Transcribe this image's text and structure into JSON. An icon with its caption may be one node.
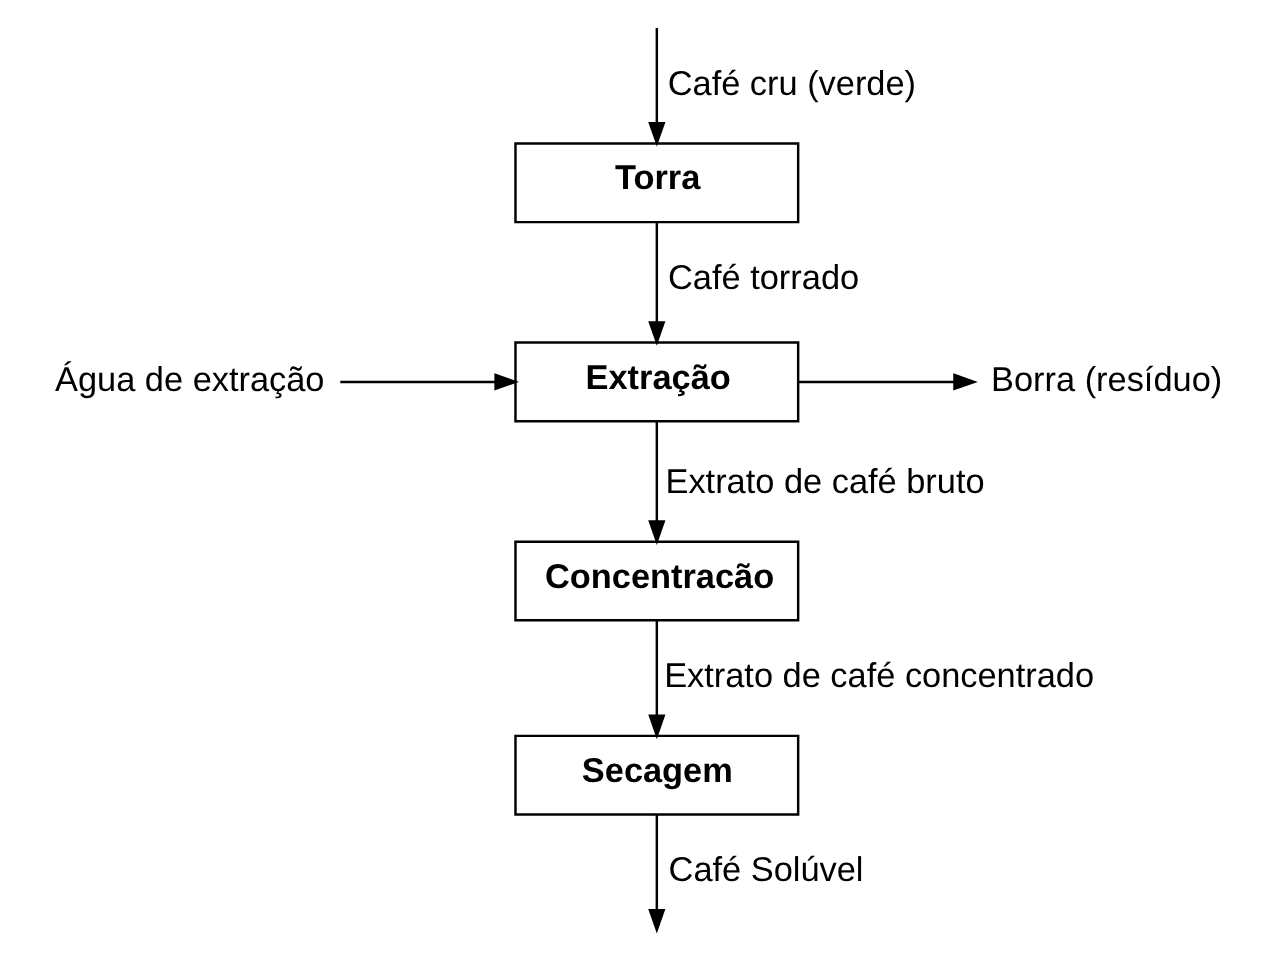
{
  "diagram": {
    "nodes": [
      {
        "text": [
          "Torra"
        ]
      },
      {
        "text": [
          "Água de extração"
        ]
      },
      {
        "text": [
          "Extração"
        ]
      },
      {
        "text": [
          "Borra (resíduo)"
        ]
      },
      {
        "text": [
          "Concentracão"
        ]
      },
      {
        "text": [
          "Secagem"
        ]
      }
    ],
    "edges": [
      {
        "from": null,
        "to": 0,
        "arrow": "to",
        "label": "Café cru (verde)"
      },
      {
        "from": 0,
        "to": 2,
        "arrow": "to",
        "label": "Café torrado"
      },
      {
        "from": 1,
        "to": 2,
        "arrow": "to"
      },
      {
        "from": 2,
        "to": 3,
        "arrow": "to"
      },
      {
        "from": 2,
        "to": 4,
        "arrow": "to",
        "label": "Extrato de café bruto"
      },
      {
        "from": 4,
        "to": 5,
        "arrow": "to",
        "label": "Extrato de café concentrado"
      },
      {
        "from": 5,
        "to": null,
        "arrow": "to",
        "label": "Café Solúvel"
      }
    ]
  }
}
